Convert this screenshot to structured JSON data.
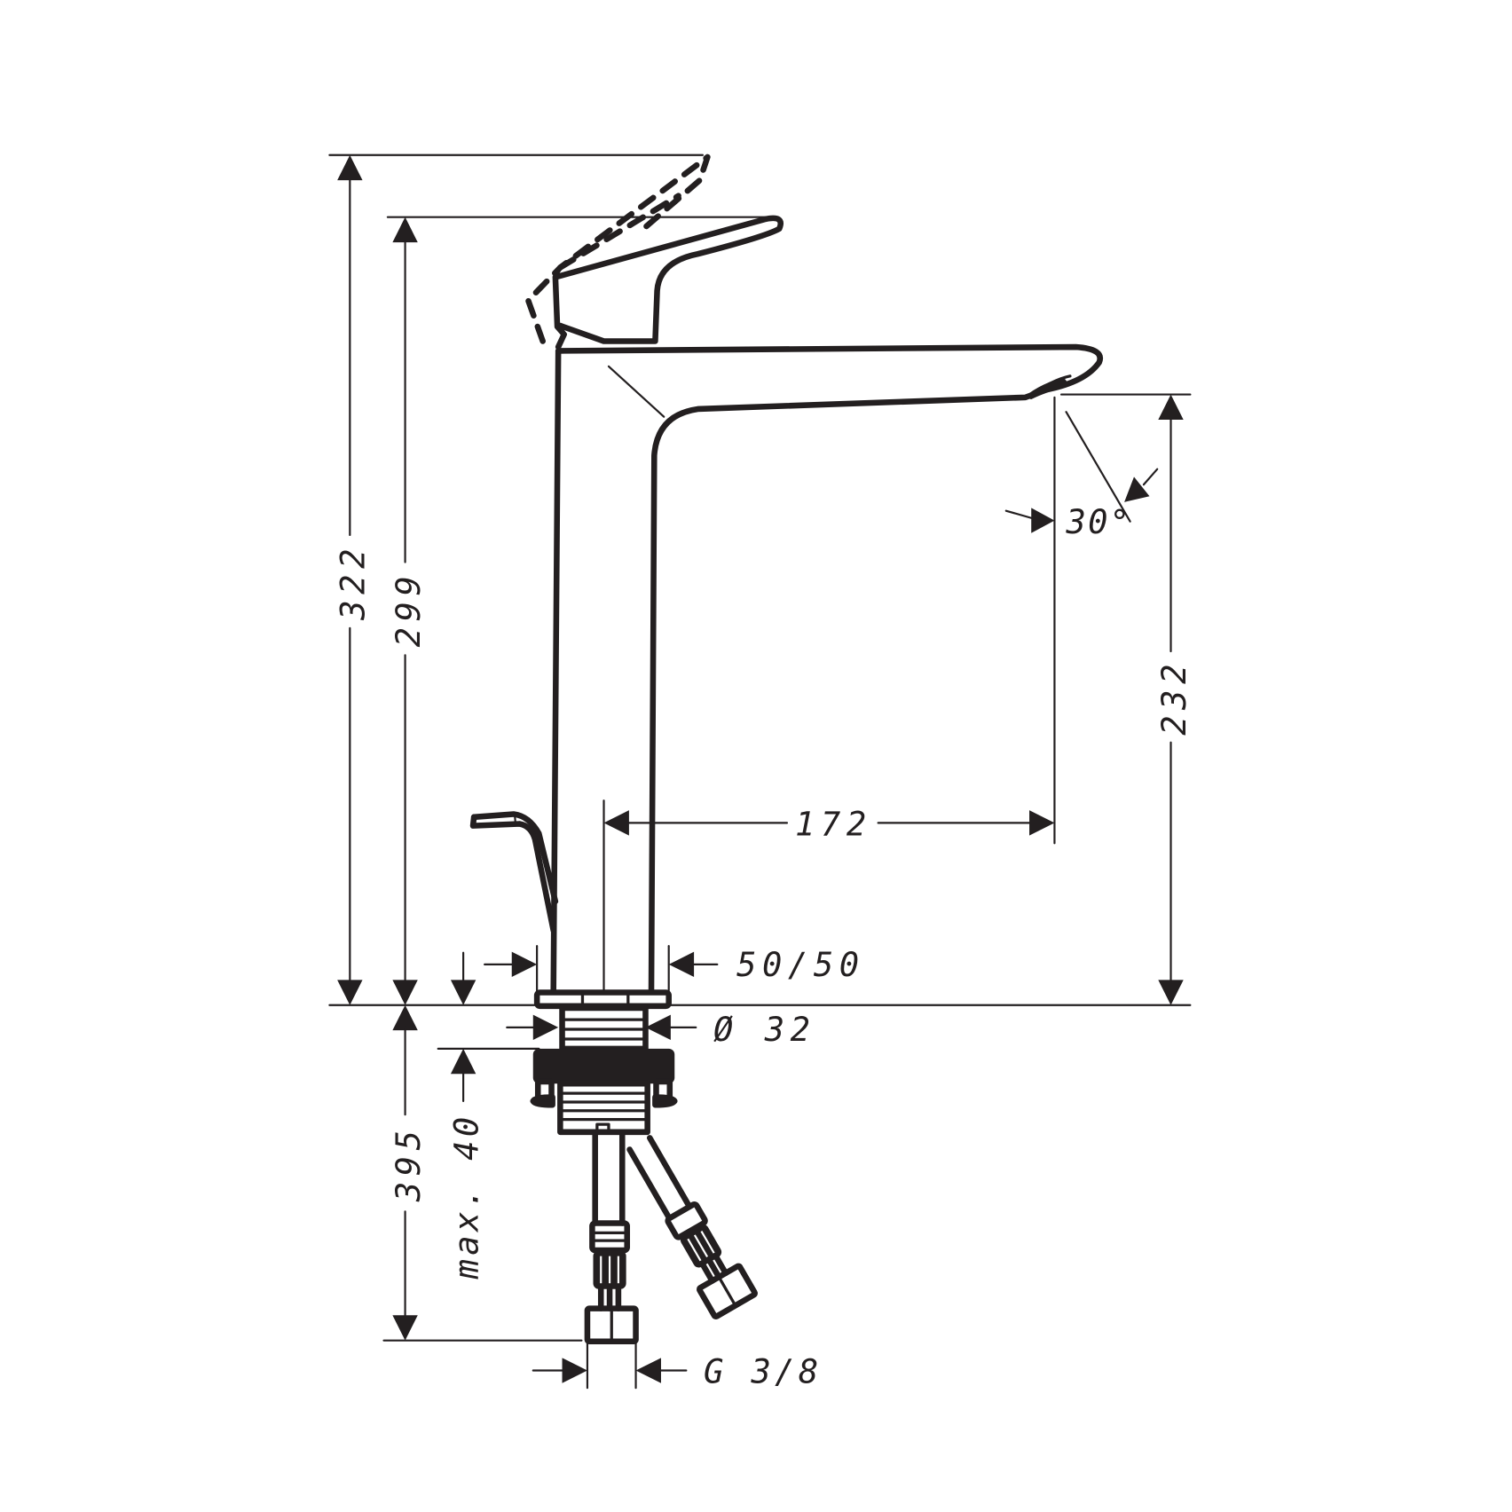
{
  "drawing": {
    "title": "Basin mixer faucet dimension drawing",
    "line_color": "#231f20",
    "background": "#ffffff"
  },
  "dimensions": {
    "overall_height_lever_open": "322",
    "overall_height": "299",
    "spout_outlet_height": "232",
    "spout_reach": "172",
    "jet_angle": "30°",
    "base_width": "50/50",
    "thread_diameter": "Ø 32",
    "max_counter_thickness": "max. 40",
    "hose_length": "395",
    "connection_thread": "G 3/8"
  }
}
